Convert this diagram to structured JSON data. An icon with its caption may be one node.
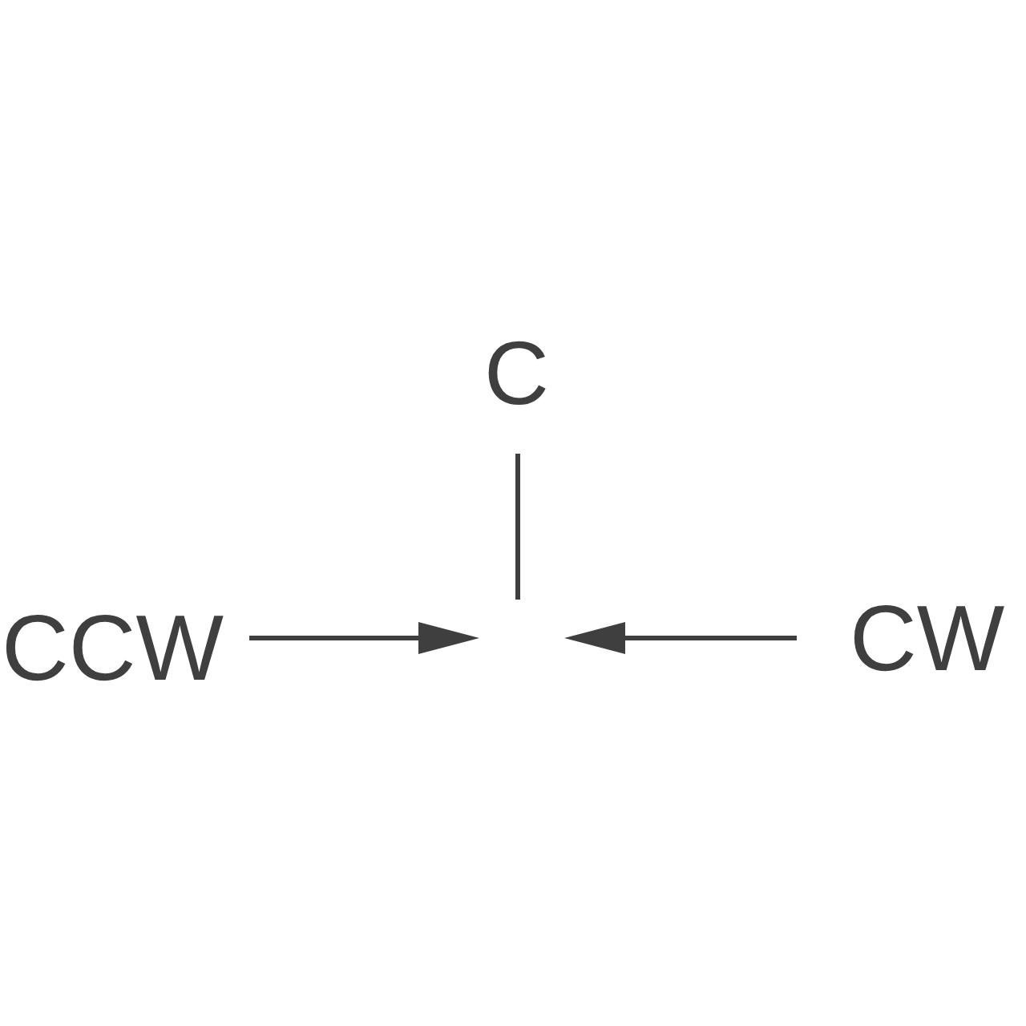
{
  "diagram": {
    "nodes": [
      {
        "text": [
          "C"
        ]
      },
      {
        "text": [
          "CCW"
        ]
      },
      {
        "text": [
          "CW"
        ]
      }
    ],
    "edges": [
      {
        "from": 0,
        "to": null,
        "arrow": "none"
      },
      {
        "from": 1,
        "to": null,
        "arrow": "to"
      },
      {
        "from": 2,
        "to": null,
        "arrow": "to"
      }
    ]
  }
}
